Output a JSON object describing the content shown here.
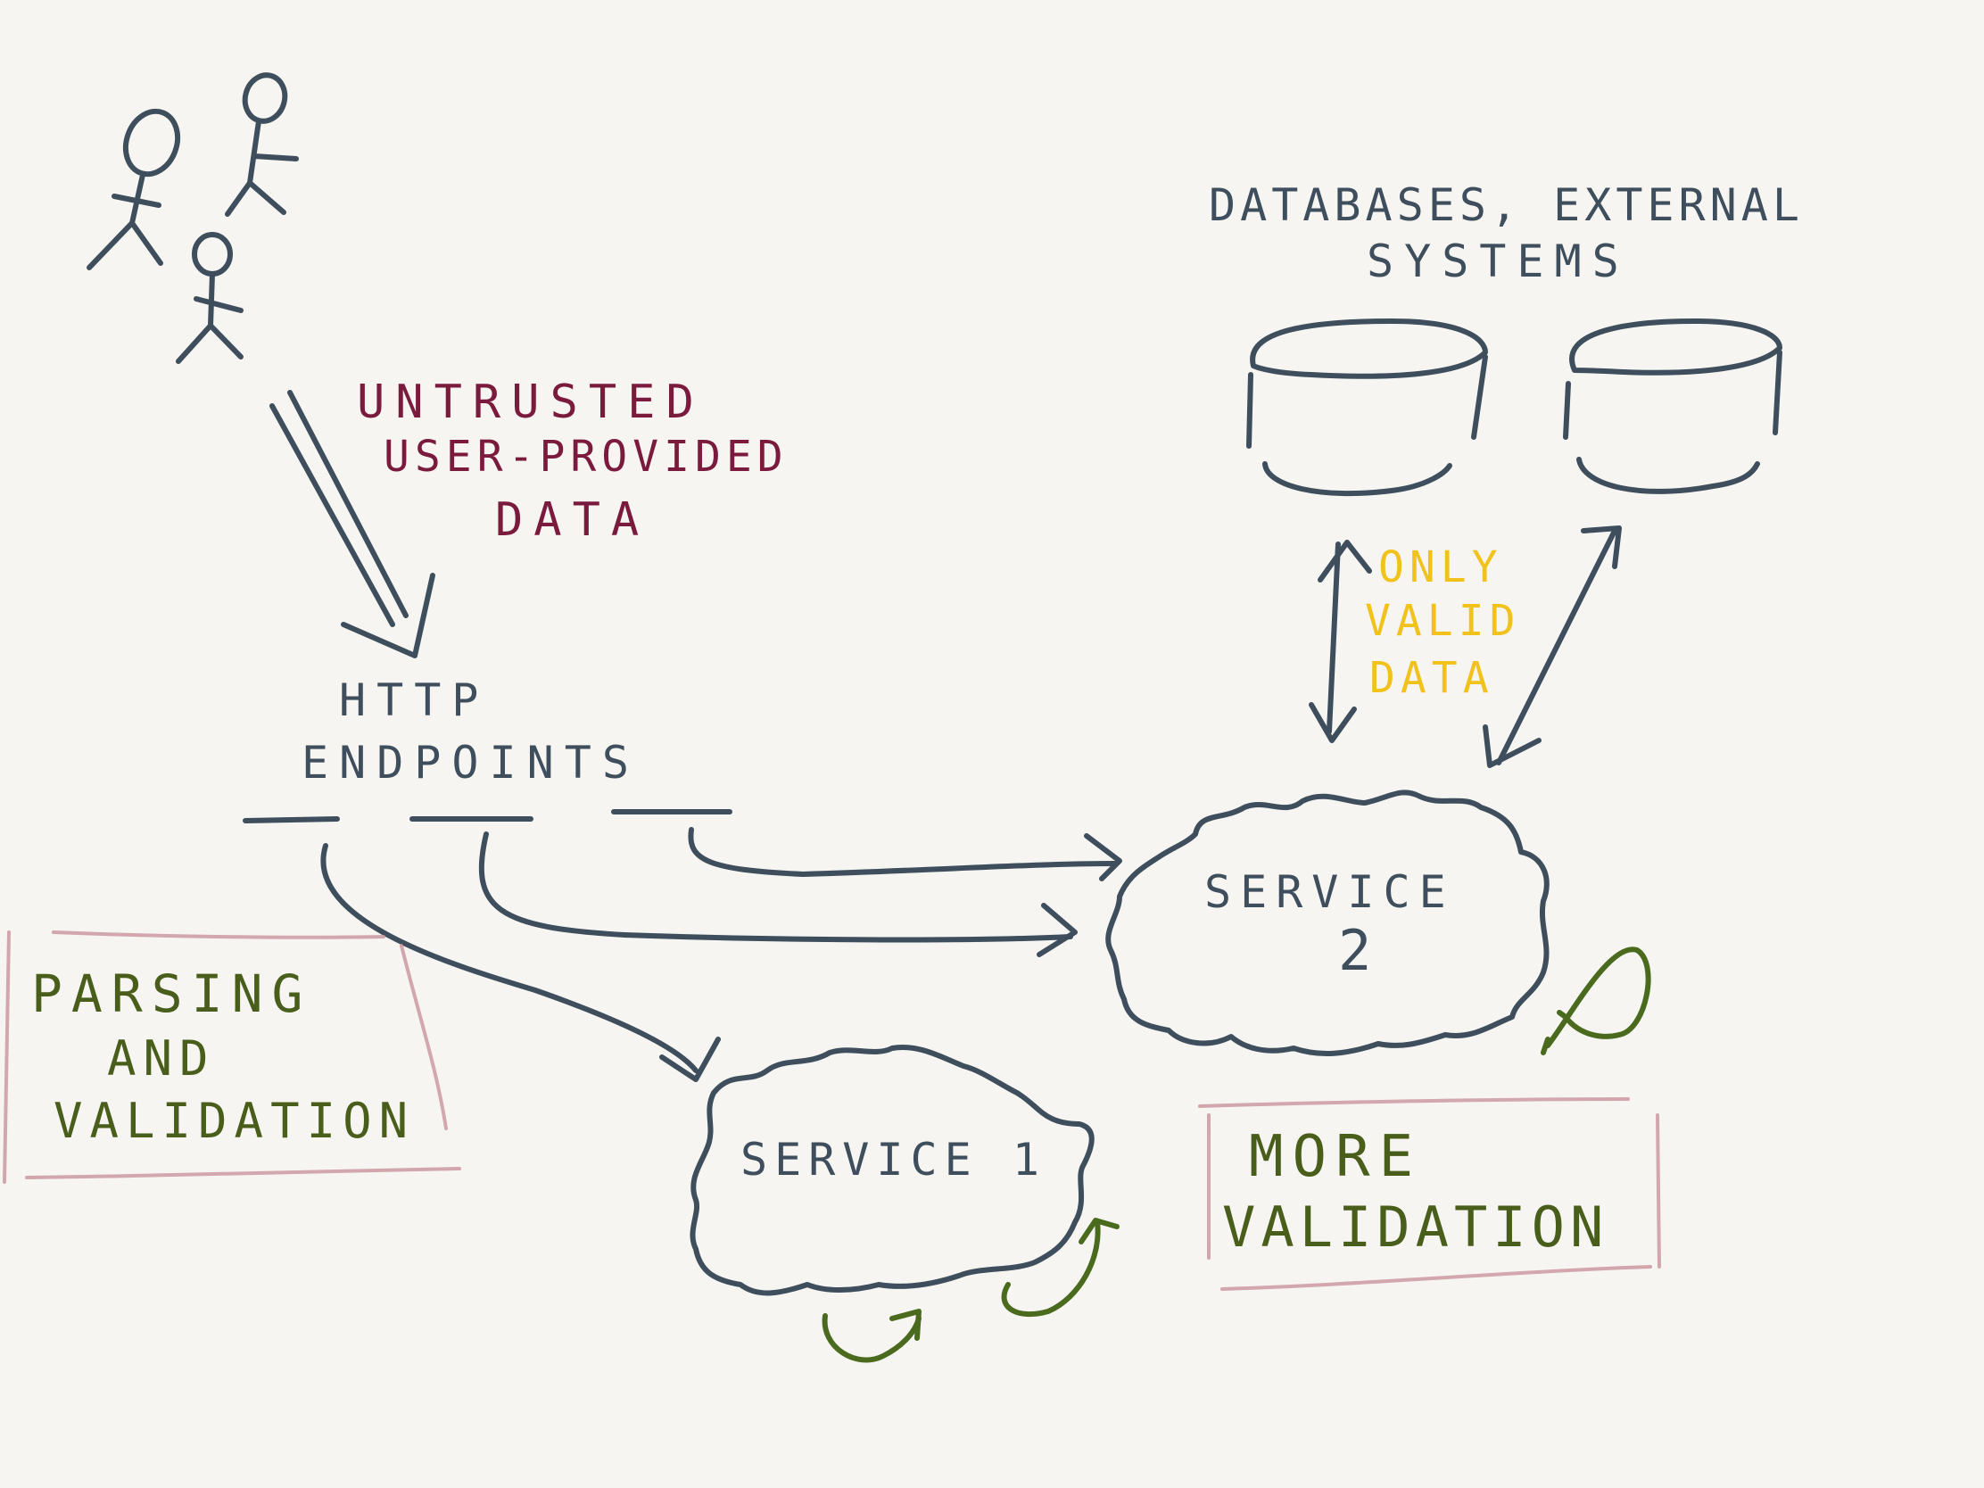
{
  "labels": {
    "untrusted": [
      "UNTRUSTED",
      "USER-PROVIDED",
      "DATA"
    ],
    "http": [
      "HTTP",
      "ENDPOINTS"
    ],
    "databases": [
      "DATABASES, EXTERNAL",
      "SYSTEMS"
    ],
    "only_valid": [
      "ONLY",
      "VALID",
      "DATA"
    ],
    "service2": [
      "SERVICE",
      "2"
    ],
    "service1": "SERVICE 1",
    "parsing": [
      "PARSING",
      "AND",
      "VALIDATION"
    ],
    "more_validation": [
      "MORE",
      "VALIDATION"
    ]
  },
  "colors": {
    "ink": "#3e4e5c",
    "untrusted": "#7a1a3c",
    "valid": "#f1c21b",
    "validation": "#4a5e1c",
    "box": "#c9949c"
  }
}
